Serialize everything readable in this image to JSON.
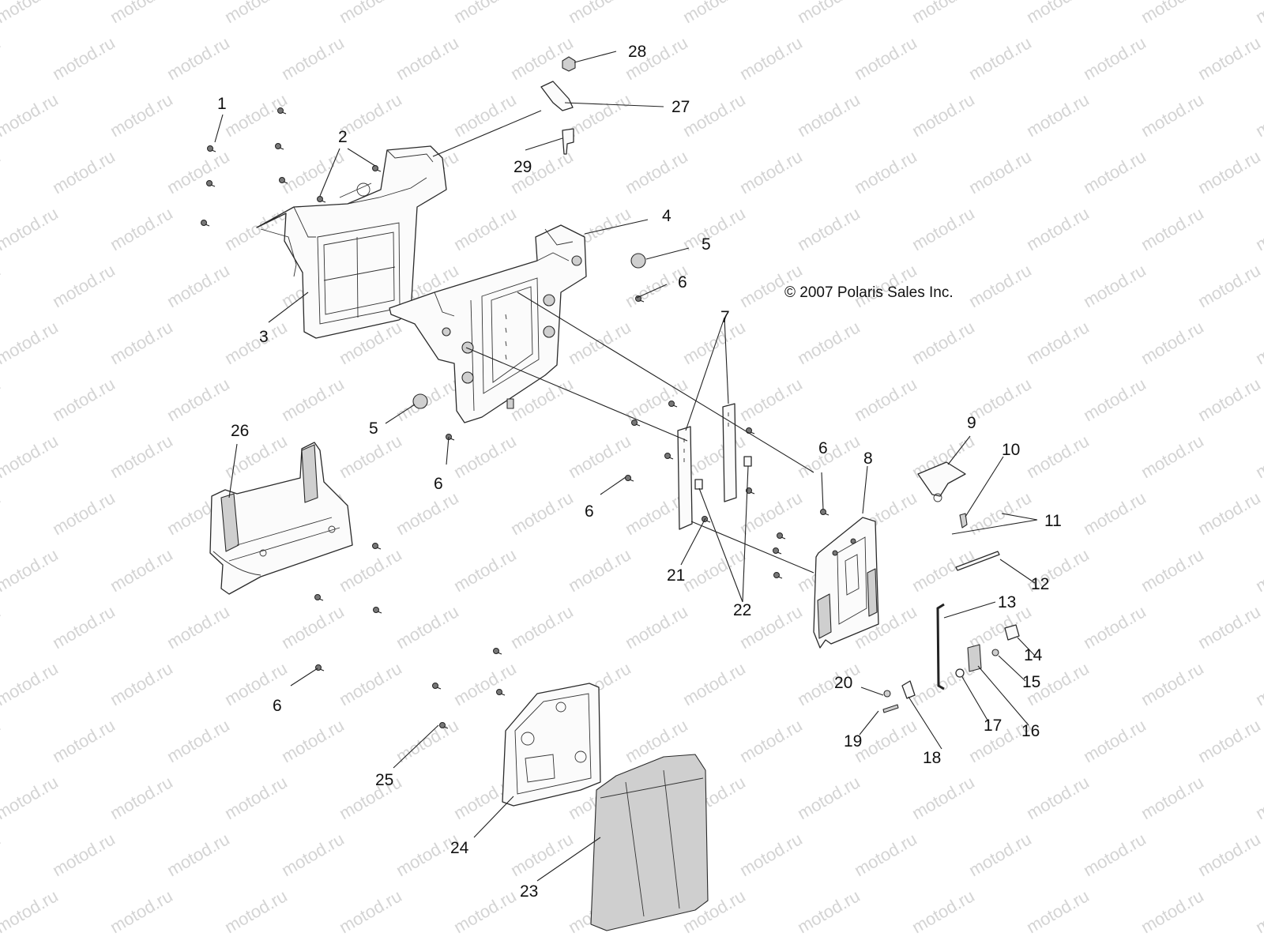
{
  "copyright": "© 2007 Polaris Sales Inc.",
  "watermark": "motod.ru",
  "labels": {
    "l1": "1",
    "l2": "2",
    "l3": "3",
    "l4": "4",
    "l5a": "5",
    "l5b": "5",
    "l6a": "6",
    "l6b": "6",
    "l6c": "6",
    "l6d": "6",
    "l6e": "6",
    "l7": "7",
    "l8": "8",
    "l9": "9",
    "l10": "10",
    "l11": "11",
    "l12": "12",
    "l13": "13",
    "l14": "14",
    "l15": "15",
    "l16": "16",
    "l17": "17",
    "l18": "18",
    "l19": "19",
    "l20": "20",
    "l21": "21",
    "l22": "22",
    "l23": "23",
    "l24": "24",
    "l25": "25",
    "l26": "26",
    "l27": "27",
    "l28": "28",
    "l29": "29"
  }
}
